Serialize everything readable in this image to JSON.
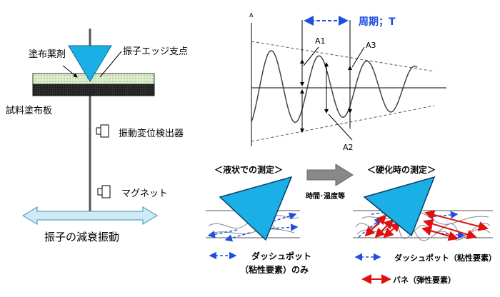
{
  "pendulum": {
    "coating_agent": "塗布薬剤",
    "edge_fulcrum": "振子エッジ支点",
    "sample_plate": "試料塗布板",
    "detector": "振動変位検出器",
    "magnet": "マグネット",
    "damped_vibration": "振子の減衰振動"
  },
  "waveform": {
    "y_axis_label": "A",
    "period_label": "周期；T",
    "a1": "A1",
    "a2": "A2",
    "a3": "A3"
  },
  "liquid": {
    "title": "＜液状での測定＞",
    "legend_dashpot_line1": "ダッシュポット",
    "legend_dashpot_line2": "（粘性要素）のみ"
  },
  "transition": {
    "label": "時間･温度等"
  },
  "cured": {
    "title": "＜硬化時の測定＞",
    "legend_dashpot": "ダッシュポット（粘性要素）",
    "legend_spring": "バネ（弾性要素）"
  },
  "colors": {
    "cyan": "#1ab0e6",
    "blue": "#1f4fe0",
    "red": "#e01010",
    "coating": "#dff0d0"
  }
}
